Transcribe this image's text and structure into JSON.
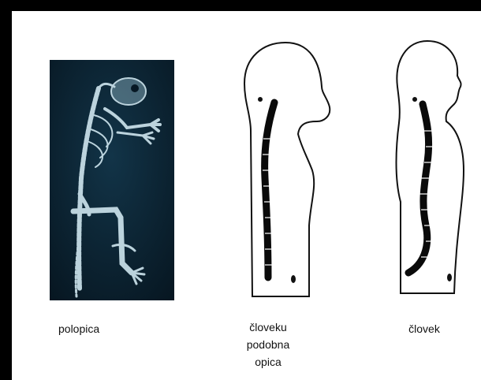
{
  "figure": {
    "panels": [
      {
        "id": "prosimian",
        "label_lines": [
          "polopica"
        ]
      },
      {
        "id": "ape",
        "label_lines": [
          "človeku",
          "podobna",
          "opica"
        ]
      },
      {
        "id": "human",
        "label_lines": [
          "človek"
        ]
      }
    ],
    "colors": {
      "frame": "#000000",
      "background": "#ffffff",
      "xray_bg": "#0b2030",
      "bone": "#cfe6ef",
      "spine": "#0a0a0a"
    }
  }
}
